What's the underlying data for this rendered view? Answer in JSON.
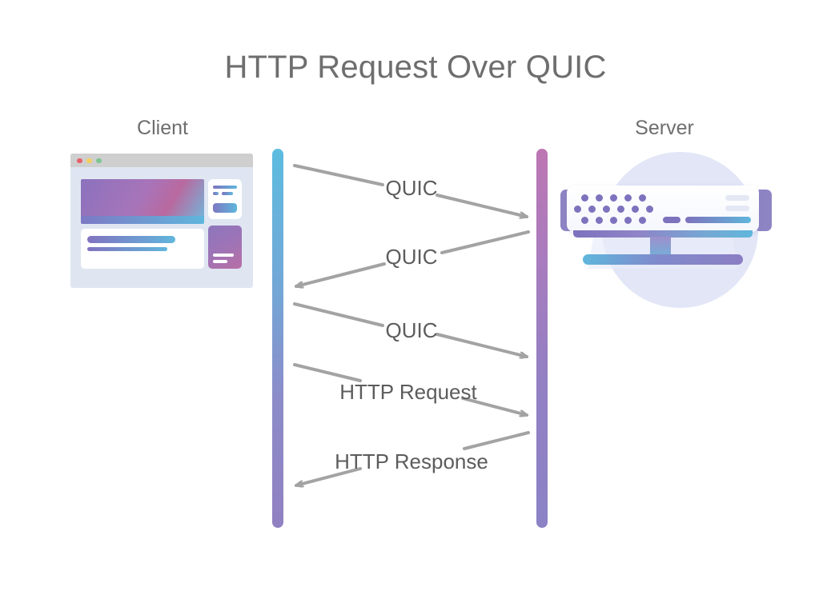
{
  "diagram": {
    "title": "HTTP Request Over QUIC",
    "type": "sequence-diagram",
    "actors": [
      {
        "id": "client",
        "label": "Client",
        "illustration": "browser-window-icon"
      },
      {
        "id": "server",
        "label": "Server",
        "illustration": "server-monitor-icon"
      }
    ],
    "messages": [
      {
        "index": 1,
        "label": "QUIC",
        "from": "client",
        "to": "server",
        "direction": "right"
      },
      {
        "index": 2,
        "label": "QUIC",
        "from": "server",
        "to": "client",
        "direction": "left"
      },
      {
        "index": 3,
        "label": "QUIC",
        "from": "client",
        "to": "server",
        "direction": "right"
      },
      {
        "index": 4,
        "label": "HTTP Request",
        "from": "client",
        "to": "server",
        "direction": "right"
      },
      {
        "index": 5,
        "label": "HTTP Response",
        "from": "server",
        "to": "client",
        "direction": "left"
      }
    ],
    "colors": {
      "background": "#ffffff",
      "title_text": "#6e6e6e",
      "label_text": "#5c5c5c",
      "arrow": "#a3a3a3",
      "client_lifeline_top": "#5dbce0",
      "client_lifeline_bottom": "#9180c2",
      "server_lifeline_top": "#bd76b3",
      "server_lifeline_bottom": "#8b82c6",
      "accent_blue": "#5fb6dc",
      "accent_purple": "#7d72bd",
      "accent_pink": "#b9699f",
      "server_halo": "#e2e6f7",
      "browser_body": "#dfe6f2",
      "browser_titlebar": "#cfcfcf",
      "dot_red": "#e8606a",
      "dot_yellow": "#f2cf5e",
      "dot_green": "#7cc590"
    }
  }
}
